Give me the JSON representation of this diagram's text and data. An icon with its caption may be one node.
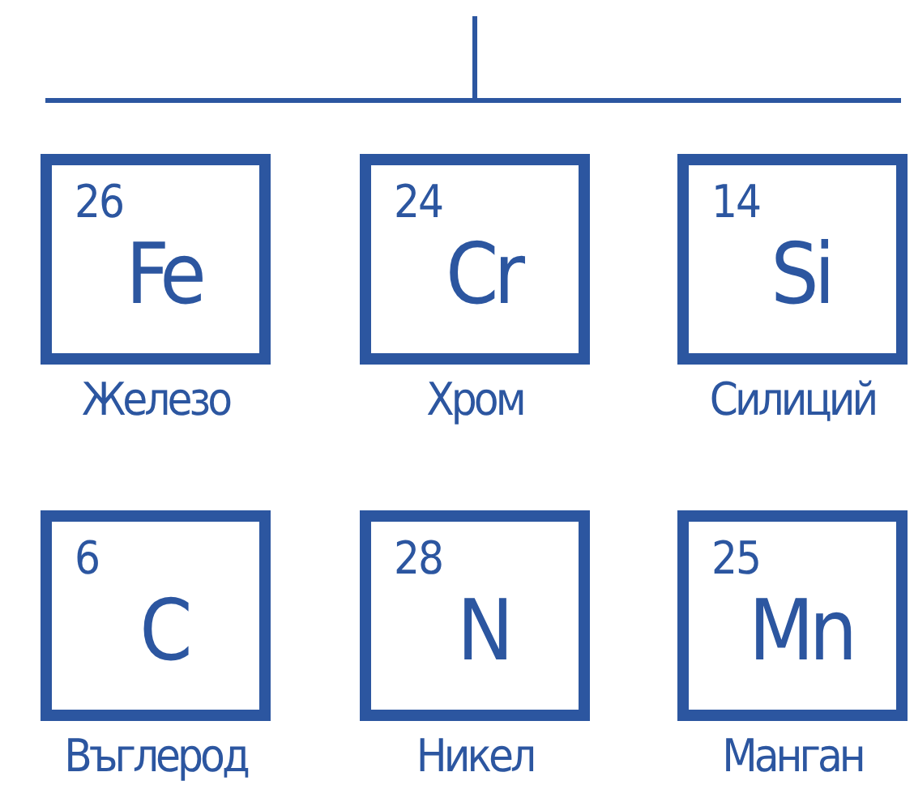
{
  "diagram": {
    "nodes": [
      {
        "text": [
          "26",
          "Fe"
        ],
        "beside": [
          "Железо"
        ]
      },
      {
        "text": [
          "24",
          "Cr"
        ],
        "beside": [
          "Хром"
        ]
      },
      {
        "text": [
          "14",
          "Si"
        ],
        "beside": [
          "Силиций"
        ]
      },
      {
        "text": [
          "6",
          "C"
        ],
        "beside": [
          "Въглерод"
        ]
      },
      {
        "text": [
          "28",
          "N"
        ],
        "beside": [
          "Никел"
        ]
      },
      {
        "text": [
          "25",
          "Mn"
        ],
        "beside": [
          "Манган"
        ]
      }
    ]
  }
}
